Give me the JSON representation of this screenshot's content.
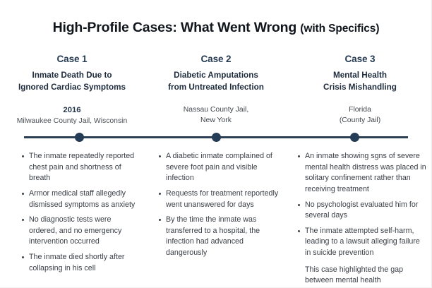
{
  "title": {
    "main": "High-Profile Cases: What Went Wrong ",
    "sub": "(with Specifics)"
  },
  "colors": {
    "heading_navy": "#253a52",
    "timeline": "#2b3f55",
    "dot": "#243c55",
    "body_text": "#3b4047"
  },
  "cases": [
    {
      "label": "Case 1",
      "title_line1": "Inmate Death Due to",
      "title_line2": "Ignored Cardiac Symptoms",
      "year": "2016",
      "place_line1": "Milwaukee County Jail, Wisconsin",
      "place_line2": "",
      "bullets": [
        "The inmate repeatedly reported chest pain and shortness of breath",
        "Armor medical staff allegedly dismissed symptoms as anxiety",
        "No diagnostic tests were ordered, and no emergency intervention occurred",
        "The inmate died shortly after collapsing in his cell"
      ],
      "trailing_note": ""
    },
    {
      "label": "Case 2",
      "title_line1": "Diabetic Amputations",
      "title_line2": "from Untreated Infection",
      "year": "",
      "place_line1": "Nassau County Jail,",
      "place_line2": "New York",
      "bullets": [
        "A diabetic inmate complained of severe foot pain and visible infection",
        "Requests for treatment reportedly went unanswered for days",
        "By the time the inmate was transferred to a hospital, the infection had advanced dangerously"
      ],
      "trailing_note": ""
    },
    {
      "label": "Case 3",
      "title_line1": "Mental Health",
      "title_line2": "Crisis Mishandling",
      "year": "",
      "place_line1": "Florida",
      "place_line2": "(County Jail)",
      "bullets": [
        "An inmate showing sgns of severe mental health distress was placed in solitary confinement rather than receiving treatment",
        "No psychologist evaluated him for several days",
        "The inmate attempted self-harm, leading to a lawsuit alleging failure in suicide prevention"
      ],
      "trailing_note": "This case highlighted the gap between mental health"
    }
  ]
}
